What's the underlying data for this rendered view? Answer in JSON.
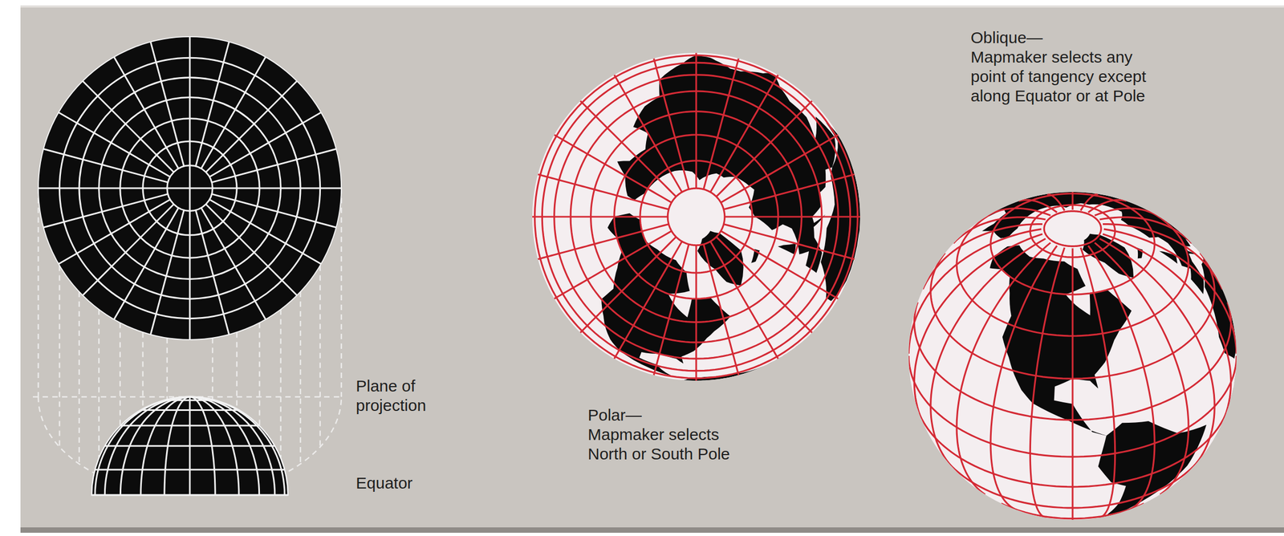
{
  "diagram": {
    "labels": [
      "Plane of projection",
      "Equator",
      "Polar—",
      "Mapmaker selects North or South Pole",
      "Oblique—",
      "Mapmaker selects any point of tangency except along Equator or at Pole"
    ]
  }
}
